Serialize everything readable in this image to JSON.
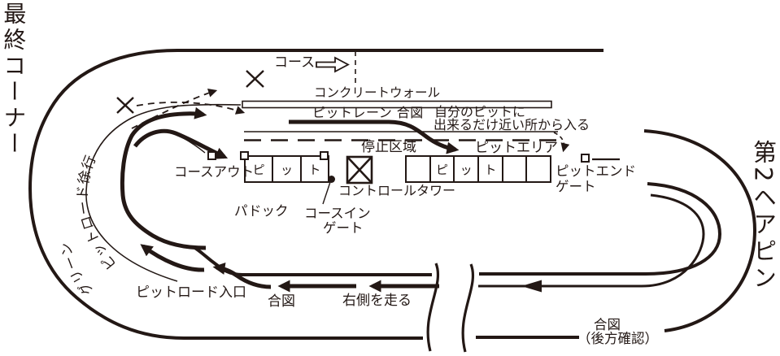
{
  "diagram": {
    "final_corner": "最終コーナー",
    "second_hairpin": "第2ヘアピン",
    "course": "コース",
    "concrete_wall": "コンクリートウォール",
    "pit_lane_signal": "ピットレーン 合図",
    "enter_note_line1": "自分のピットに",
    "enter_note_line2": "出来るだけ近い所から入る",
    "stop_zone": "停止区域",
    "pit_area": "ピットエリア",
    "course_out": "コースアウト",
    "paddock": "パドック",
    "course_in_gate": {
      "line1": "コースイン",
      "line2": "ゲート"
    },
    "control_tower": "コントロールタワー",
    "pit_end_gate": {
      "line1": "ピットエンド",
      "line2": "ゲート"
    },
    "pit_road_slow": "ピットロード徐行",
    "green_zone": "グリーン",
    "pit_road_entrance": "ピットロード入口",
    "signal": "合図",
    "run_on_right": "右側を走る",
    "signal_rear": {
      "line1": "合図",
      "line2": "（後方確認）"
    },
    "left_pit_building": {
      "cells": [
        "ピ",
        "ッ",
        "ト"
      ]
    },
    "right_pit_building": {
      "cells": [
        "",
        "ピ",
        "ッ",
        "ト",
        "",
        ""
      ]
    },
    "colors": {
      "ink": "#231815",
      "background": "#ffffff"
    }
  }
}
